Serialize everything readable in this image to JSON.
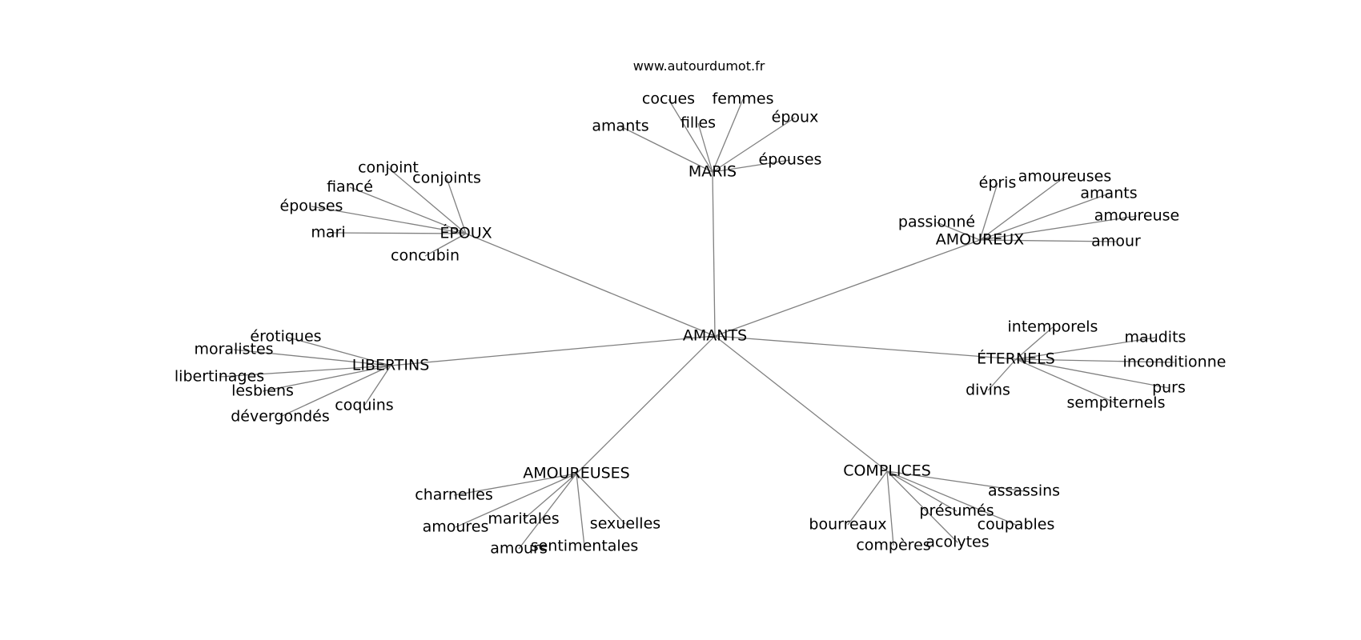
{
  "source": "www.autourdumot.fr",
  "center": "AMANTS",
  "groups": [
    {
      "id": "MARIS",
      "label": "MARIS",
      "leaves": [
        "cocues",
        "femmes",
        "filles",
        "époux",
        "amants",
        "épouses"
      ]
    },
    {
      "id": "EPOUX",
      "label": "ÉPOUX",
      "leaves": [
        "conjoint",
        "conjoints",
        "fiancé",
        "épouses",
        "mari",
        "concubin"
      ]
    },
    {
      "id": "AMOUREUX",
      "label": "AMOUREUX",
      "leaves": [
        "épris",
        "amoureuses",
        "amants",
        "passionné",
        "amoureuse",
        "amour"
      ]
    },
    {
      "id": "LIBERTINS",
      "label": "LIBERTINS",
      "leaves": [
        "érotiques",
        "moralistes",
        "libertinages",
        "lesbiens",
        "coquins",
        "dévergondés"
      ]
    },
    {
      "id": "ETERNELS",
      "label": "ÉTERNELS",
      "leaves": [
        "intemporels",
        "maudits",
        "inconditionne",
        "purs",
        "divins",
        "sempiternels"
      ]
    },
    {
      "id": "AMOUREUSES",
      "label": "AMOUREUSES",
      "leaves": [
        "charnelles",
        "amoures",
        "maritales",
        "sexuelles",
        "amours",
        "sentimentales"
      ]
    },
    {
      "id": "COMPLICES",
      "label": "COMPLICES",
      "leaves": [
        "assassins",
        "présumés",
        "coupables",
        "bourreaux",
        "compères",
        "acolytes"
      ]
    }
  ]
}
